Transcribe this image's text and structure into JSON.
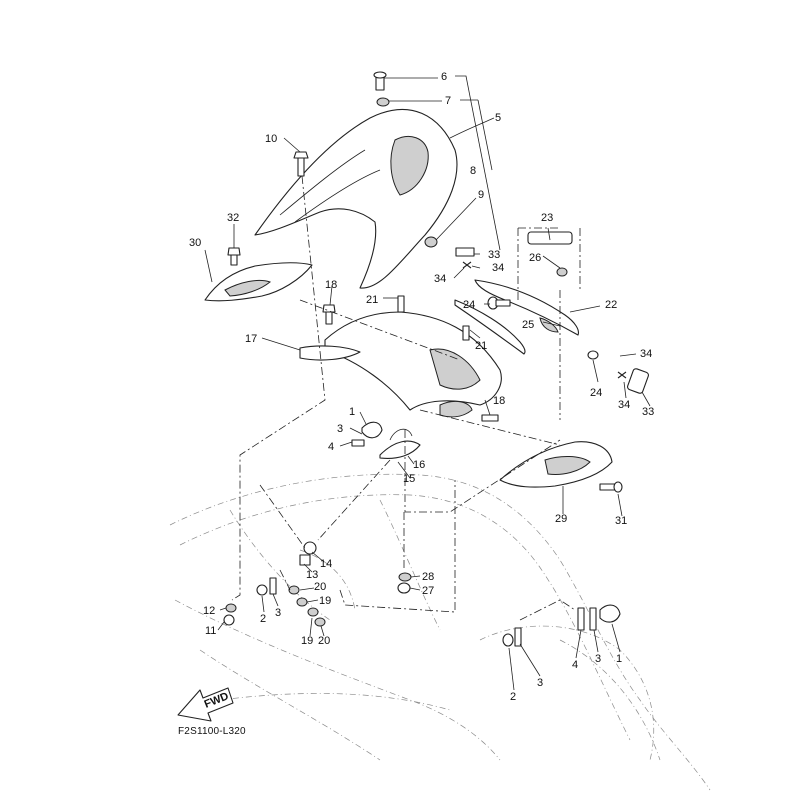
{
  "figure_code": "F2S1100-L320",
  "fwd_label": "FWD",
  "callouts": [
    "1",
    "1",
    "2",
    "2",
    "3",
    "3",
    "3",
    "3",
    "4",
    "4",
    "5",
    "6",
    "7",
    "8",
    "9",
    "10",
    "11",
    "12",
    "13",
    "14",
    "15",
    "16",
    "17",
    "18",
    "18",
    "19",
    "19",
    "20",
    "20",
    "21",
    "21",
    "22",
    "23",
    "24",
    "24",
    "25",
    "26",
    "27",
    "28",
    "29",
    "30",
    "31",
    "32",
    "33",
    "33",
    "34",
    "34",
    "34",
    "34"
  ]
}
